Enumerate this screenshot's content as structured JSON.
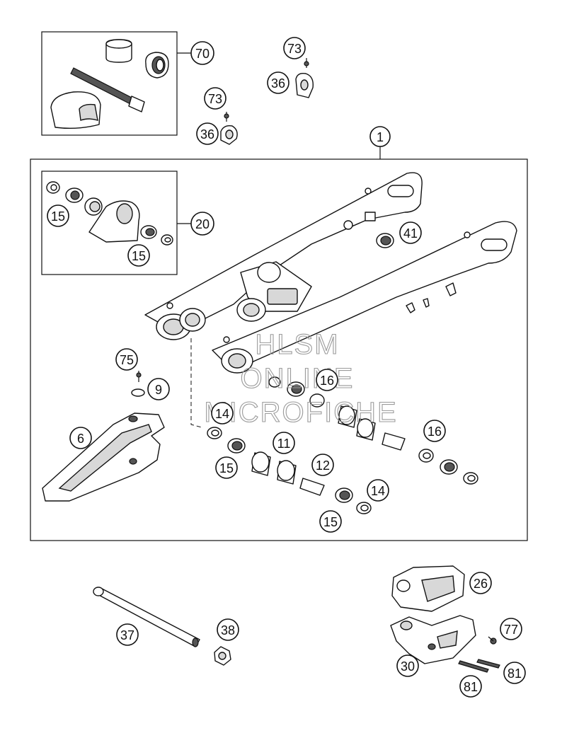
{
  "callouts": {
    "c1": "1",
    "c70": "70",
    "c73a": "73",
    "c36a": "36",
    "c73b": "73",
    "c36b": "36",
    "c20": "20",
    "c15a": "15",
    "c15b": "15",
    "c41": "41",
    "c75": "75",
    "c9": "9",
    "c6": "6",
    "c16a": "16",
    "c14a": "14",
    "c11": "11",
    "c15c": "15",
    "c12": "12",
    "c16b": "16",
    "c14b": "14",
    "c15d": "15",
    "c26": "26",
    "c37": "37",
    "c38": "38",
    "c77": "77",
    "c30": "30",
    "c81a": "81",
    "c81b": "81"
  },
  "watermark": {
    "line1": "HLSM",
    "line2": "ONLINE",
    "line3": "MICROFICHE"
  }
}
